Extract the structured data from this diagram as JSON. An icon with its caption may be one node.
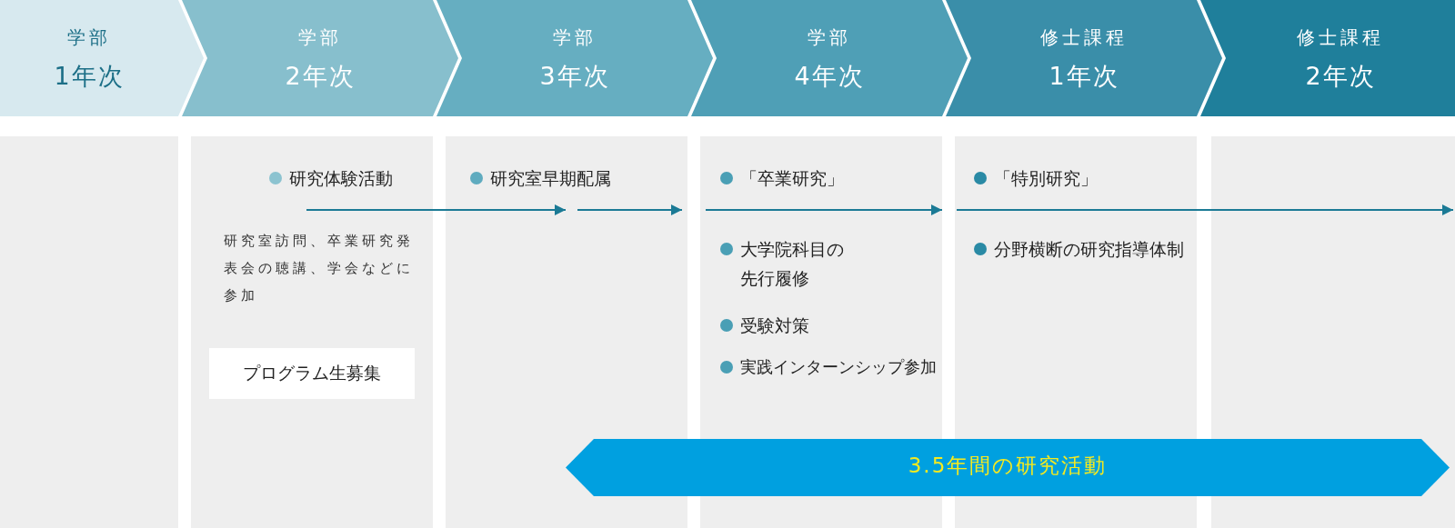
{
  "diagram": {
    "nodes": [
      {
        "text": [
          "学部",
          "1年次"
        ]
      },
      {
        "text": [
          "学部",
          "2年次"
        ]
      },
      {
        "text": [
          "学部",
          "3年次"
        ]
      },
      {
        "text": [
          "学部",
          "4年次"
        ]
      },
      {
        "text": [
          "修士課程",
          "1年次"
        ]
      },
      {
        "text": [
          "修士課程",
          "2年次"
        ]
      },
      {
        "text": [],
        "shape": "box"
      },
      {
        "text": [],
        "shape": "box"
      },
      {
        "text": [
          "研究体験活動"
        ],
        "in": 7,
        "beside": [
          "研究室訪問、卒業研究発表会の聴講、学会などに参加"
        ]
      },
      {
        "text": [
          "プログラム生募集"
        ],
        "in": 7
      },
      {
        "text": [],
        "shape": "box"
      },
      {
        "text": [
          "研究室早期配属"
        ],
        "in": 10
      },
      {
        "text": [],
        "shape": "box"
      },
      {
        "text": [
          "「卒業研究」"
        ],
        "in": 12
      },
      {
        "text": [
          "大学院科目の先行履修"
        ],
        "in": 12
      },
      {
        "text": [
          "受験対策"
        ],
        "in": 12
      },
      {
        "text": [
          "実践インターンシップ参加"
        ],
        "in": 12
      },
      {
        "text": [],
        "shape": "box"
      },
      {
        "text": [
          "「特別研究」"
        ],
        "in": 17
      },
      {
        "text": [
          "分野横断の研究指導体制"
        ],
        "in": 17
      },
      {
        "text": [],
        "shape": "box"
      },
      {
        "text": [
          "3.5年間の研究活動"
        ]
      }
    ],
    "edges": [
      {
        "from": 8,
        "to": 11,
        "arrow": "to"
      },
      {
        "from": 11,
        "to": null,
        "arrow": "to"
      },
      {
        "from": 13,
        "to": null,
        "arrow": "to"
      },
      {
        "from": 18,
        "to": 20,
        "arrow": "to"
      }
    ]
  }
}
